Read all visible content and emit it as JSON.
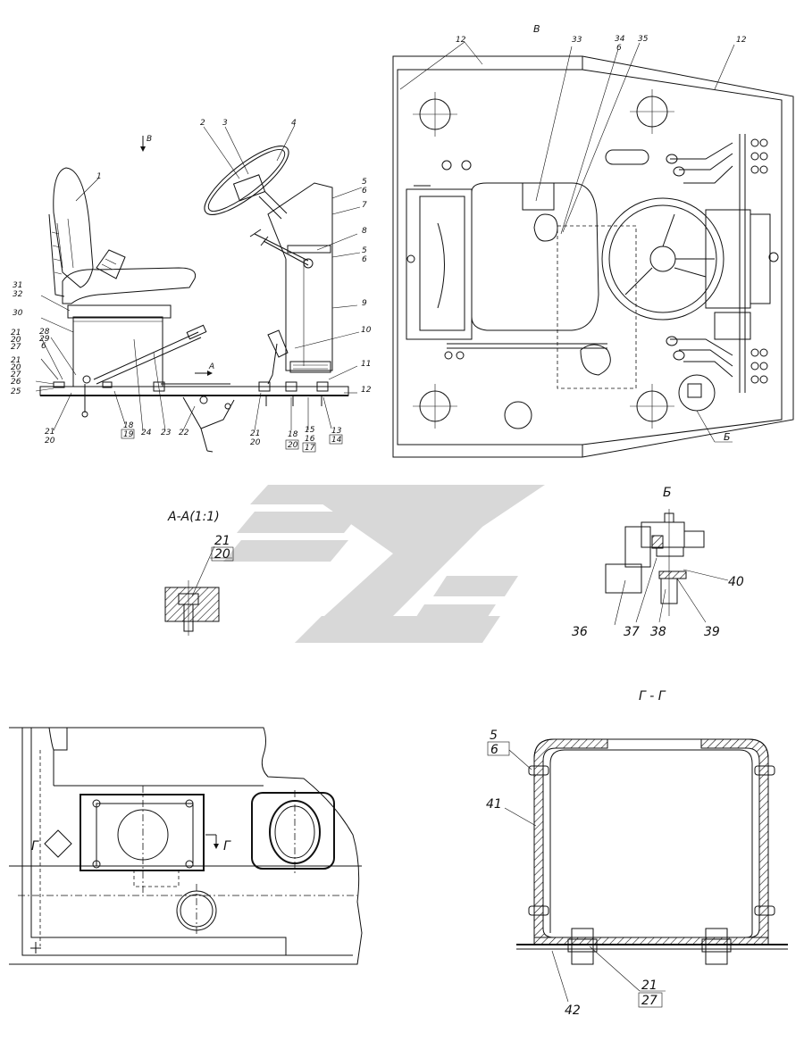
{
  "view_markers": {
    "view_b_side": "В",
    "view_b_top": "В",
    "arrow_a": "А",
    "section_aa": "А-А(1:1)",
    "detail_b": "Б",
    "detail_b_ref": "Б",
    "section_gg": "Г - Г",
    "gg_left": "Г",
    "gg_right": "Г"
  },
  "side_view_labels": {
    "p1": "1",
    "p2": "2",
    "p3": "3",
    "p4": "4",
    "p5a_num": "5",
    "p5a_den": "6",
    "p7": "7",
    "p8": "8",
    "p5b_num": "5",
    "p5b_den": "6",
    "p9": "9",
    "p10": "10",
    "p11": "11",
    "p12": "12",
    "p13_num": "13",
    "p13_den": "14",
    "p15_num": "15",
    "p15_den": "16",
    "p15_den2": "17",
    "p18b_num": "18",
    "p18b_den": "20",
    "p21c_num": "21",
    "p21c_den": "20",
    "p22": "22",
    "p23": "23",
    "p24": "24",
    "p18_num": "18",
    "p18_den": "19",
    "p21a_num": "21",
    "p21a_den": "20",
    "p25": "25",
    "p26": "26",
    "p21b_num": "21",
    "p21b_den": "20",
    "p21b_den2": "27",
    "p21d_num": "21",
    "p21d_den": "20",
    "p21d_den2": "27",
    "p28_num": "28",
    "p28_den": "29",
    "p28_den2": "6",
    "p30": "30",
    "p31_num": "31",
    "p31_den": "32"
  },
  "top_view_labels": {
    "p12a": "12",
    "p12b": "12",
    "p33": "33",
    "p34_num": "34",
    "p34_den": "6",
    "p35": "35"
  },
  "section_aa_labels": {
    "p21_num": "21",
    "p21_den": "20"
  },
  "detail_b_labels": {
    "p36": "36",
    "p37": "37",
    "p38": "38",
    "p39": "39",
    "p40": "40"
  },
  "section_gg_labels": {
    "p5_num": "5",
    "p5_den": "6",
    "p41": "41",
    "p42": "42",
    "p21_num": "21",
    "p21_den": "27"
  }
}
